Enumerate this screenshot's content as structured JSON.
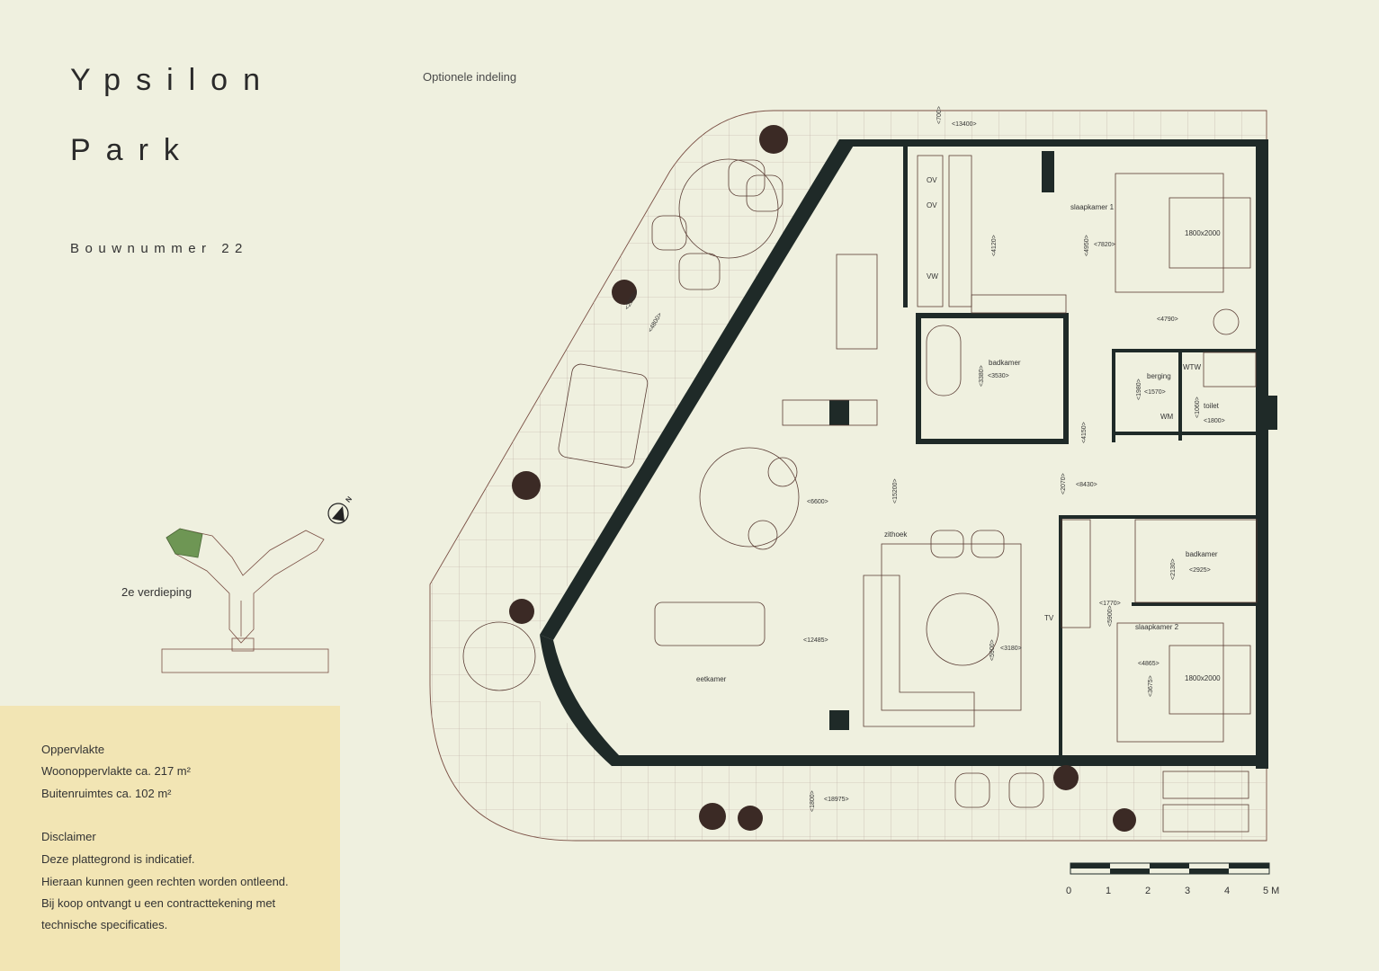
{
  "header": {
    "title_line1": "Ypsilon",
    "title_line2": "Park",
    "bouwnummer": "Bouwnummer 22",
    "subtitle": "Optionele indeling"
  },
  "keyplan": {
    "floor_label": "2e verdieping",
    "north_marker": "N",
    "highlight_color": "#6e9654"
  },
  "info": {
    "area_heading": "Oppervlakte",
    "living_area": "Woonoppervlakte ca. 217 m²",
    "outdoor_area": "Buitenruimtes ca. 102 m²",
    "disclaimer_heading": "Disclaimer",
    "disclaimer_lines": [
      "Deze plattegrond is indicatief.",
      "Hieraan kunnen geen rechten worden ontleend.",
      "Bij koop ontvangt u een contracttekening met",
      "technische specificaties."
    ]
  },
  "rooms": {
    "slaapkamer1": "slaapkamer 1",
    "bed1": "1800x2000",
    "badkamer1": "badkamer",
    "berging": "berging",
    "toilet": "toilet",
    "badkamer2": "badkamer",
    "slaapkamer2": "slaapkamer 2",
    "bed2": "1800x2000",
    "zithoek": "zithoek",
    "eetkamer": "eetkamer",
    "tv": "TV",
    "ov1": "OV",
    "ov2": "OV",
    "vw": "VW",
    "wtw": "WTW",
    "wm": "WM"
  },
  "dimensions": {
    "d700": "<700>",
    "d13400": "<13400>",
    "d4120": "<4120>",
    "d4950": "<4950>",
    "d7820": "<7820>",
    "d4790": "<4790>",
    "d3380": "<3380>",
    "d3530": "<3530>",
    "d1980": "<1980>",
    "d1570": "<1570>",
    "d1060": "<1060>",
    "d1800a": "<1800>",
    "d4150": "<4150>",
    "d2070": "<2070>",
    "d8430": "<8430>",
    "d15200": "<15200>",
    "d6600": "<6600>",
    "d2130": "<2130>",
    "d2925": "<2925>",
    "d1770": "<1770>",
    "d5900a": "<5900>",
    "d4865": "<4865>",
    "d3675": "<3675>",
    "d12485": "<12485>",
    "d5900b": "<5900>",
    "d3180": "<3180>",
    "d2380": "<2380>",
    "d4800": "<4800>",
    "d1800b": "<1800>",
    "d18975": "<18975>"
  },
  "scale": {
    "labels": [
      "0",
      "1",
      "2",
      "3",
      "4",
      "5 M"
    ]
  },
  "colors": {
    "background": "#eff0df",
    "wall": "#1f2a28",
    "line": "#7a4f44",
    "infobox": "#f2e5b4"
  }
}
